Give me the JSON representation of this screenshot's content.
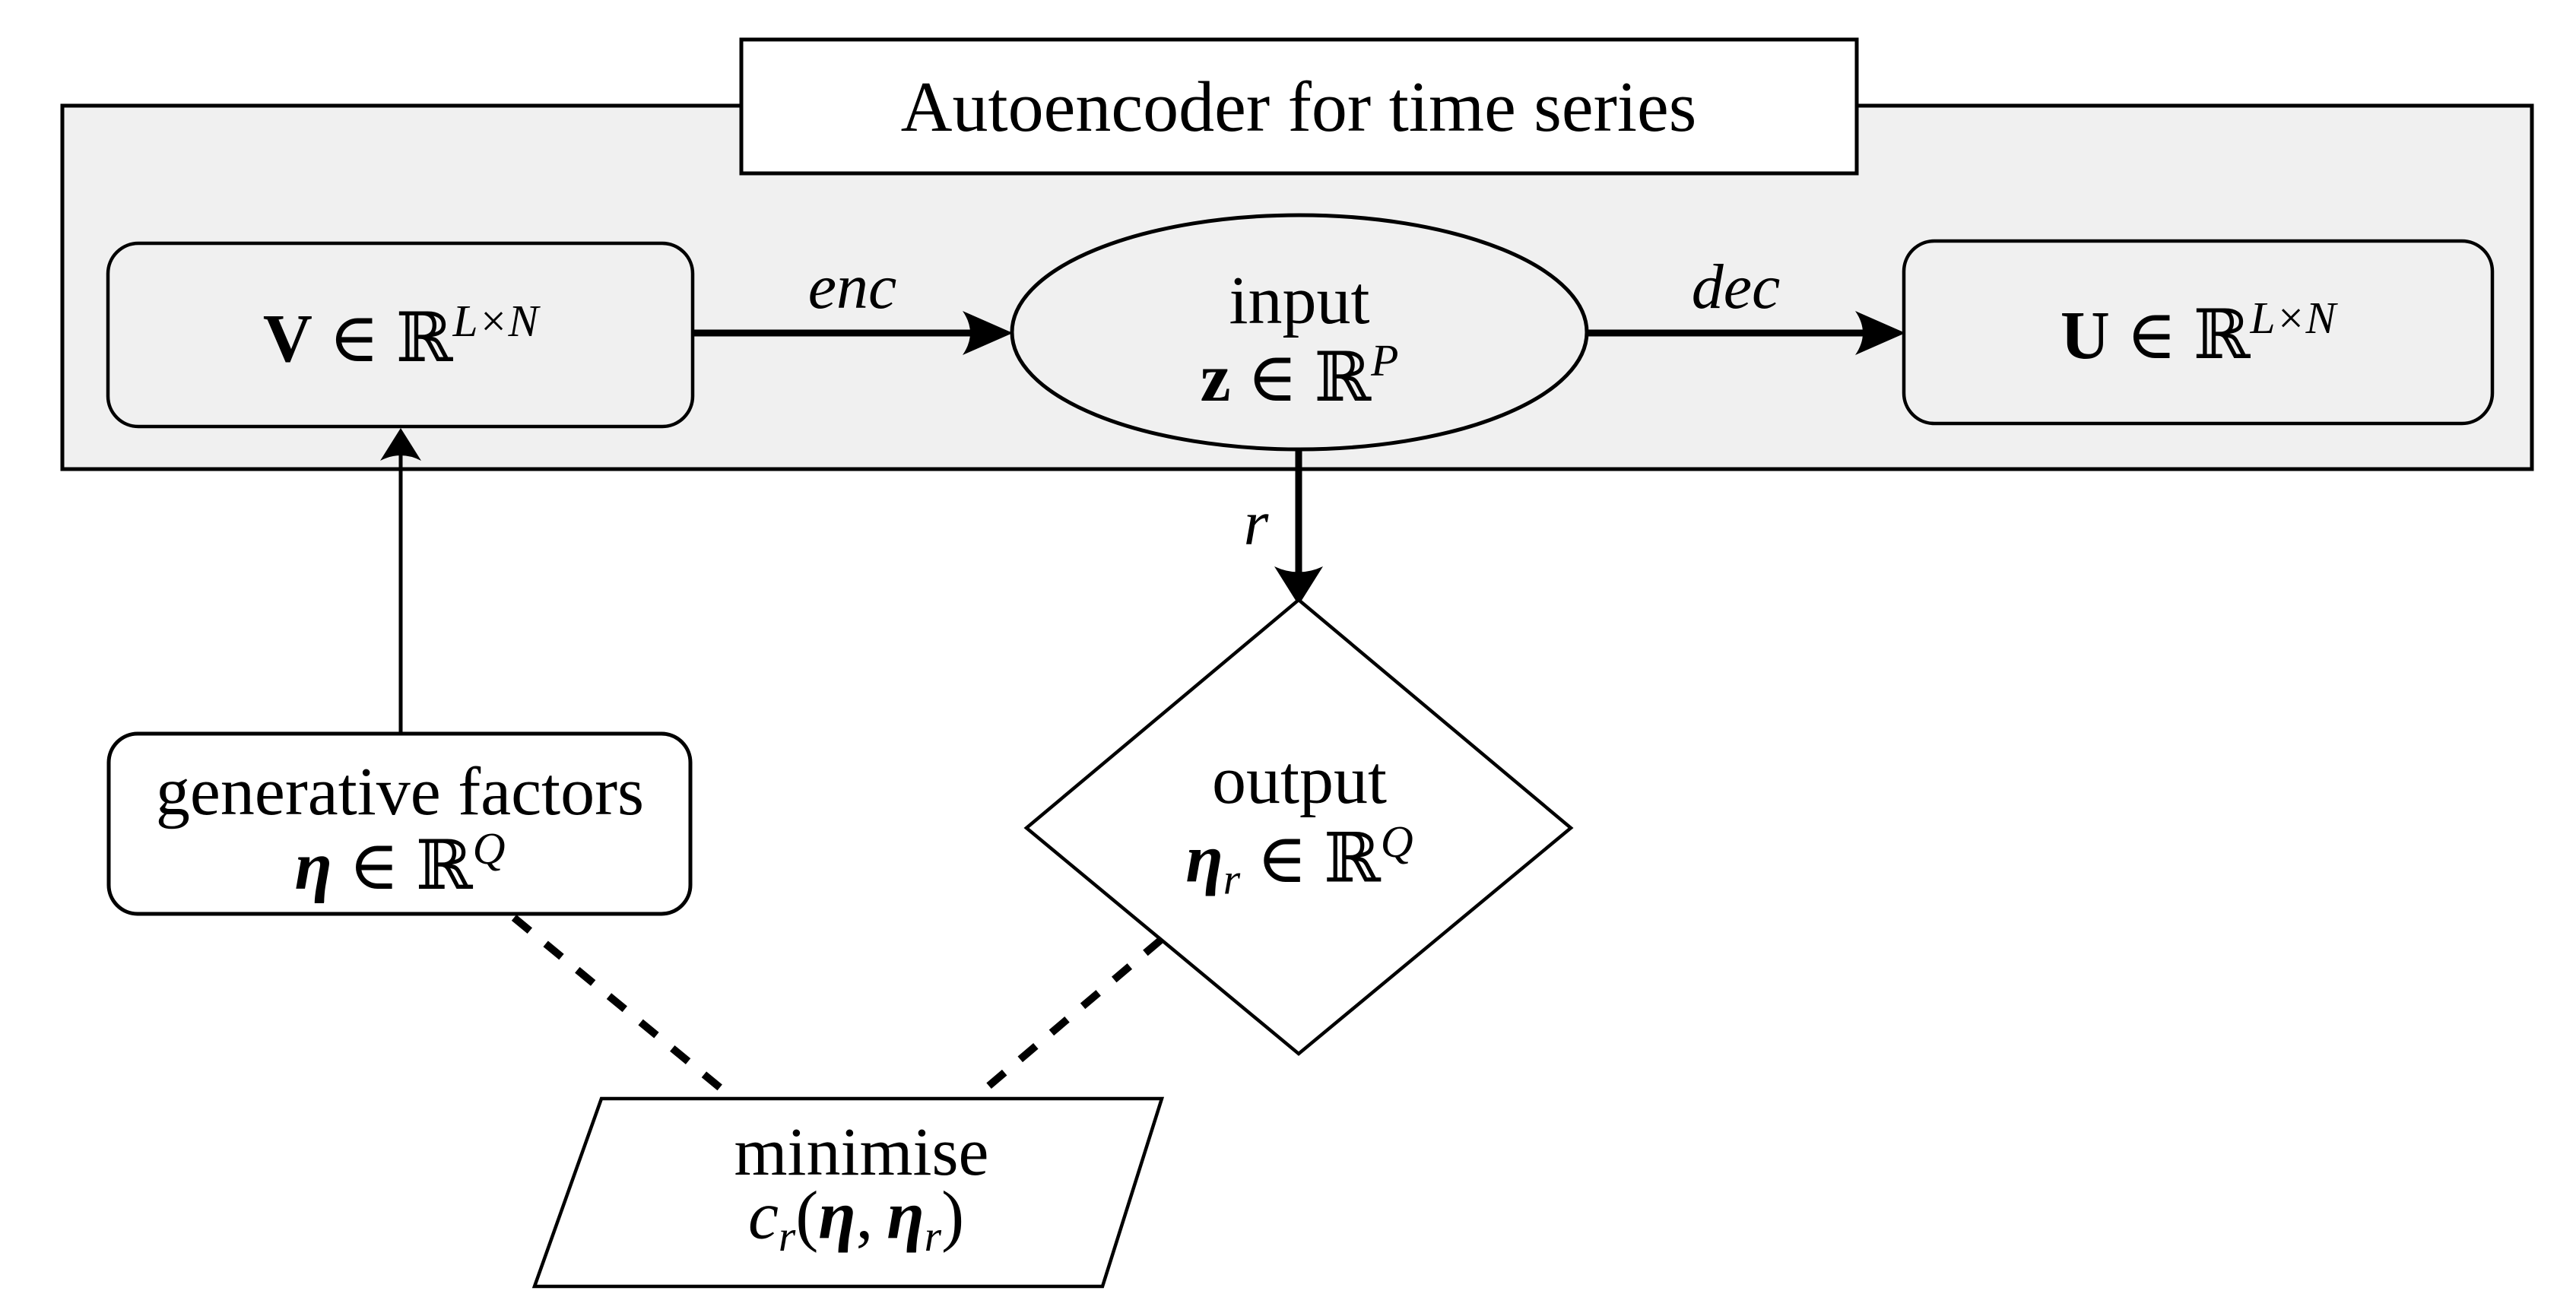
{
  "title": "Autoencoder for time series",
  "edge_labels": {
    "enc": "enc",
    "dec": "dec",
    "r": "r"
  },
  "nodes": {
    "v": {
      "sym": "V",
      "element_of": "∈",
      "set": "ℝ",
      "sup": "L×N"
    },
    "latent": {
      "title": "input",
      "sym": "z",
      "element_of": "∈",
      "set": "ℝ",
      "sup": "P"
    },
    "u": {
      "sym": "U",
      "element_of": "∈",
      "set": "ℝ",
      "sup": "L×N"
    },
    "generative": {
      "title": "generative factors",
      "sym": "η",
      "element_of": "∈",
      "set": "ℝ",
      "sup": "Q"
    },
    "output": {
      "title": "output",
      "sym": "η",
      "sub": "r",
      "element_of": "∈",
      "set": "ℝ",
      "sup": "Q"
    },
    "minimise": {
      "title": "minimise",
      "func": "c",
      "func_sub": "r",
      "paren_open": "(",
      "arg1": "η",
      "separator": ",",
      "arg2": "η",
      "arg2_sub": "r",
      "paren_close": ")"
    }
  },
  "colors": {
    "panel_fill": "#f0f0f0",
    "node_fill": "#f0f0f0",
    "white_fill": "#ffffff",
    "stroke": "#000000"
  }
}
